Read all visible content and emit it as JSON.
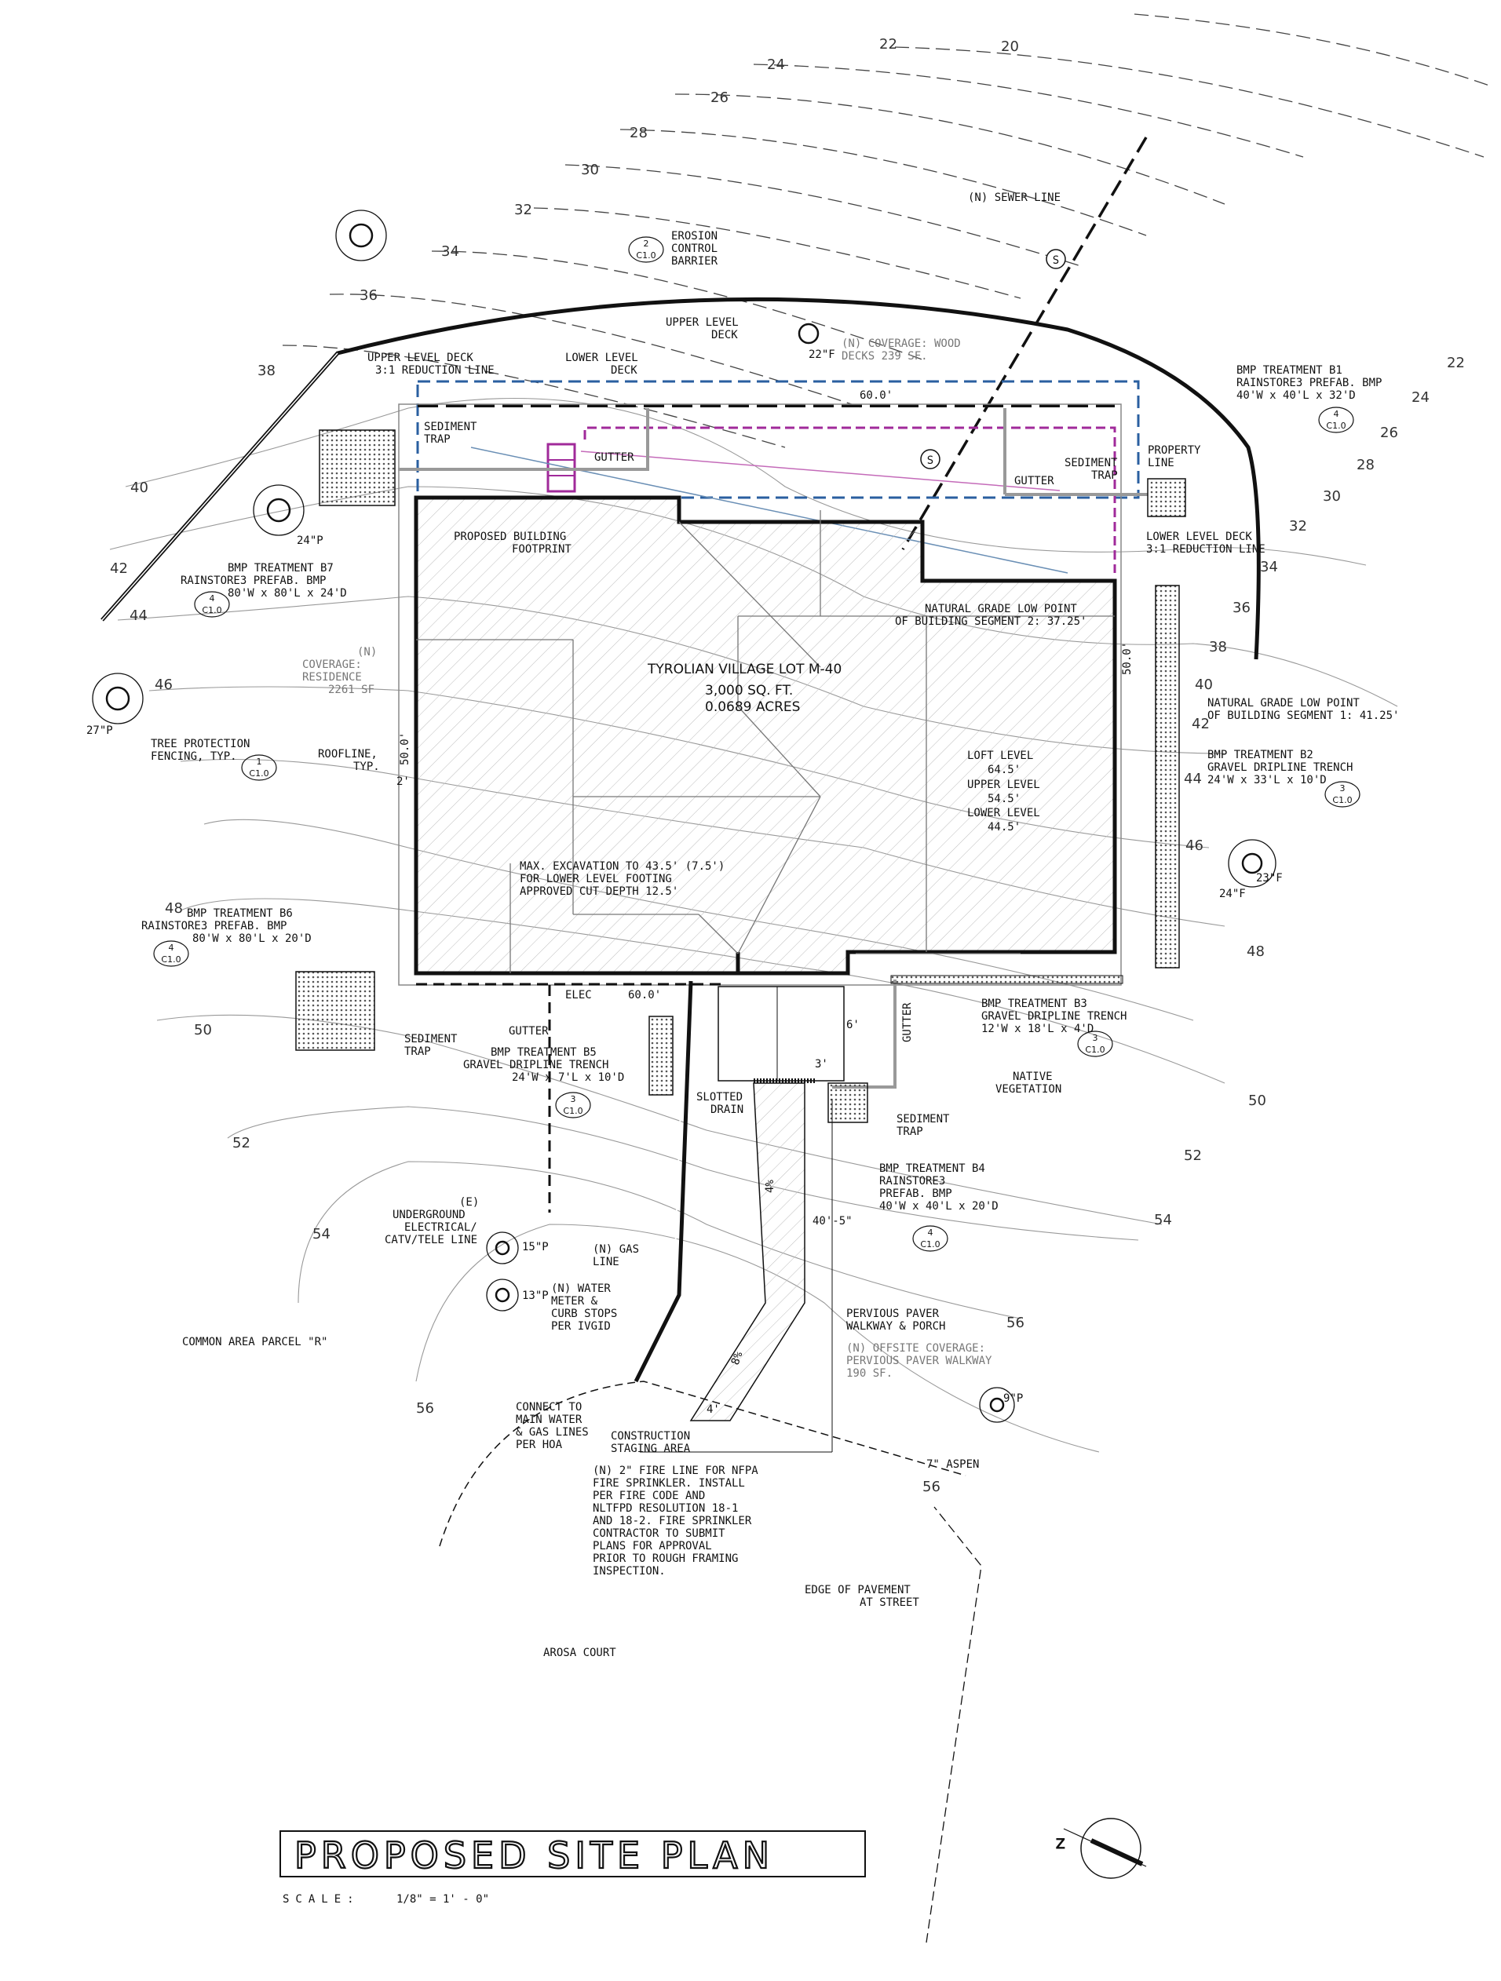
{
  "title": {
    "main": "PROPOSED SITE PLAN",
    "scale_label": "SCALE:",
    "scale_value": "1/8\" = 1' - 0\""
  },
  "site": {
    "lot_name": "TYROLIAN VILLAGE LOT M-40",
    "lot_area_sf": "3,000 SQ. FT.",
    "lot_area_ac": "0.0689 ACRES"
  },
  "contours_left": [
    "22",
    "20",
    "24",
    "26",
    "28",
    "30",
    "32",
    "34",
    "36",
    "38",
    "40",
    "42",
    "44",
    "46",
    "48",
    "50",
    "52",
    "54",
    "56"
  ],
  "contours_right": [
    "22",
    "24",
    "26",
    "28",
    "30",
    "32",
    "34",
    "36",
    "38",
    "40",
    "42",
    "44",
    "46",
    "48",
    "50",
    "52",
    "54",
    "56",
    "56"
  ],
  "dimensions": {
    "top": "60.0'",
    "bottom": "60.0'",
    "left": "50.0'",
    "right": "50.0'",
    "two_ft": "2'",
    "six_ft": "6'",
    "three_ft": "3'",
    "walk_len": "40'-5\"",
    "four_ft": "4'",
    "slope1": "4%",
    "slope2": "8%"
  },
  "levels": {
    "loft": "LOFT LEVEL",
    "loft_el": "64.5'",
    "upper": "UPPER LEVEL",
    "upper_el": "54.5'",
    "lower": "LOWER LEVEL",
    "lower_el": "44.5'"
  },
  "labels": {
    "sewer": "(N) SEWER LINE",
    "erosion": [
      "EROSION",
      "CONTROL",
      "BARRIER"
    ],
    "upper_deck": [
      "UPPER LEVEL",
      "DECK"
    ],
    "wood_deck": [
      "(N) COVERAGE: WOOD",
      "DECKS 239 SF."
    ],
    "upper_deck_red": [
      "UPPER LEVEL DECK",
      "3:1 REDUCTION LINE"
    ],
    "lower_deck": [
      "LOWER LEVEL",
      "DECK"
    ],
    "sed_trap": [
      "SEDIMENT",
      "TRAP"
    ],
    "gutter": "GUTTER",
    "prop_line": [
      "PROPERTY",
      "LINE"
    ],
    "lower_deck_red": [
      "LOWER LEVEL DECK",
      "3:1 REDUCTION LINE"
    ],
    "bmp_b1": [
      "BMP TREATMENT B1",
      "RAINSTORE3 PREFAB. BMP",
      "40'W x 40'L x 32'D"
    ],
    "footprint": [
      "PROPOSED BUILDING",
      "FOOTPRINT"
    ],
    "bmp_b7": [
      "BMP TREATMENT B7",
      "RAINSTORE3 PREFAB. BMP",
      "80'W x 80'L x 24'D"
    ],
    "grade_low2": [
      "NATURAL GRADE LOW POINT",
      "OF BUILDING SEGMENT 2: 37.25'"
    ],
    "grade_low1": [
      "NATURAL GRADE LOW POINT",
      "OF BUILDING SEGMENT 1: 41.25'"
    ],
    "coverage_res": [
      "(N)",
      "COVERAGE:",
      "RESIDENCE",
      "2261 SF"
    ],
    "tree_prot": [
      "TREE PROTECTION",
      "FENCING, TYP."
    ],
    "roofline": [
      "ROOFLINE,",
      "TYP."
    ],
    "bmp_b2": [
      "BMP TREATMENT B2",
      "GRAVEL DRIPLINE TRENCH",
      "24'W x 33'L x 10'D"
    ],
    "excavation": [
      "MAX. EXCAVATION TO 43.5' (7.5')",
      "FOR LOWER LEVEL FOOTING",
      "APPROVED CUT DEPTH 12.5'"
    ],
    "bmp_b6": [
      "BMP TREATMENT B6",
      "RAINSTORE3 PREFAB. BMP",
      "80'W x 80'L x 20'D"
    ],
    "elec": "ELEC",
    "bmp_b3": [
      "BMP TREATMENT B3",
      "GRAVEL DRIPLINE TRENCH",
      "12'W x 18'L x 4'D"
    ],
    "bmp_b5": [
      "BMP TREATMENT B5",
      "GRAVEL DRIPLINE TRENCH",
      "24'W x 7'L x 10'D"
    ],
    "native": [
      "NATIVE",
      "VEGETATION"
    ],
    "slotted": [
      "SLOTTED",
      "DRAIN"
    ],
    "bmp_b4": [
      "BMP TREATMENT B4",
      "RAINSTORE3",
      "PREFAB. BMP",
      "40'W x 40'L x 20'D"
    ],
    "underground": [
      "(E)",
      "UNDERGROUND",
      "ELECTRICAL/",
      "CATV/TELE LINE"
    ],
    "gas": [
      "(N) GAS",
      "LINE"
    ],
    "water": [
      "(N) WATER",
      "METER &",
      "CURB STOPS",
      "PER IVGID"
    ],
    "common": "COMMON AREA PARCEL \"R\"",
    "paver": [
      "PERVIOUS PAVER",
      "WALKWAY & PORCH"
    ],
    "offsite": [
      "(N) OFFSITE COVERAGE:",
      "PERVIOUS PAVER WALKWAY",
      "190 SF."
    ],
    "connect": [
      "CONNECT TO",
      "MAIN WATER",
      "& GAS LINES",
      "PER HOA"
    ],
    "staging": [
      "CONSTRUCTION",
      "STAGING AREA"
    ],
    "fire": [
      "(N) 2\" FIRE LINE FOR NFPA",
      "FIRE SPRINKLER. INSTALL",
      "PER FIRE CODE AND",
      "NLTFPD RESOLUTION 18-1",
      "AND 18-2. FIRE SPRINKLER",
      "CONTRACTOR TO SUBMIT",
      "PLANS FOR APPROVAL",
      "PRIOR TO ROUGH FRAMING",
      "INSPECTION."
    ],
    "aspen": "7\" ASPEN",
    "pavement": [
      "EDGE OF PAVEMENT",
      "AT STREET"
    ],
    "street": "AROSA COURT"
  },
  "trees": {
    "t24p": "24\"P",
    "t27p": "27\"P",
    "t22f": "22\"F",
    "t23f": "23\"F",
    "t24f": "24\"F",
    "t15p": "15\"P",
    "t13p": "13\"P",
    "t9p": "9\"P"
  },
  "details": {
    "sheet": "C1.0",
    "d1": "1",
    "d2": "2",
    "d3": "3",
    "d4": "4"
  }
}
